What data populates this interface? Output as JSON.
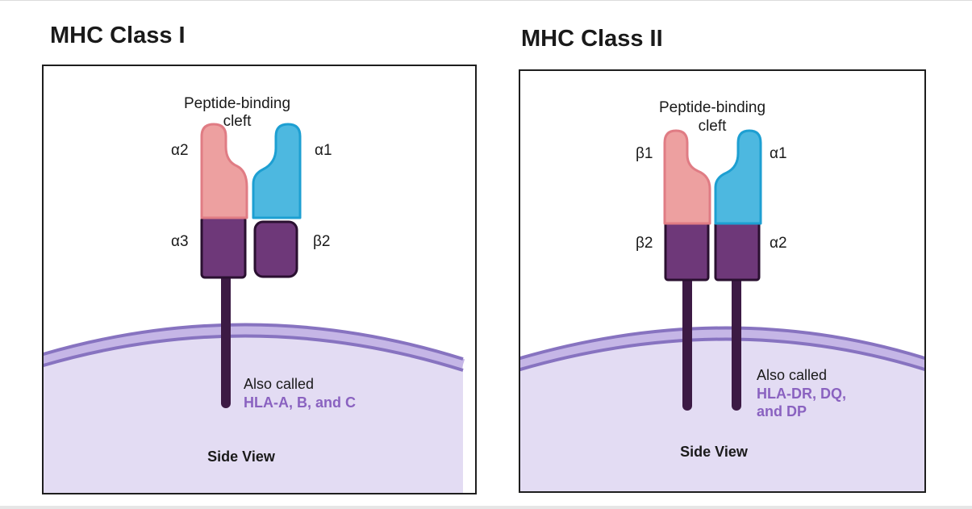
{
  "panels": [
    {
      "title": "MHC Class I",
      "cleft_label": [
        "Peptide-binding",
        "cleft"
      ],
      "chain_labels": {
        "top_left": "α2",
        "top_right": "α1",
        "bottom_left": "α3",
        "bottom_right": "β2"
      },
      "also_called": "Also called",
      "hla_lines": [
        "HLA-A, B, and C"
      ],
      "view_label": "Side View"
    },
    {
      "title": "MHC Class II",
      "cleft_label": [
        "Peptide-binding",
        "cleft"
      ],
      "chain_labels": {
        "top_left": "β1",
        "top_right": "α1",
        "bottom_left": "β2",
        "bottom_right": "α2"
      },
      "also_called": "Also called",
      "hla_lines": [
        "HLA-DR, DQ,",
        "and DP"
      ],
      "view_label": "Side View"
    }
  ],
  "colors": {
    "pink_domain": "#eda0a0",
    "pink_outline": "#e07c84",
    "blue_domain": "#4db8e0",
    "blue_outline": "#1d9fd2",
    "purple_domain": "#6e3879",
    "dark_outline": "#2a1030",
    "stalk": "#3c1a44",
    "cell_fill": "#e3dcf3",
    "membrane_band": "#c5b6e6",
    "membrane_edge": "#8773c0",
    "hla_text": "#8a62c0"
  }
}
